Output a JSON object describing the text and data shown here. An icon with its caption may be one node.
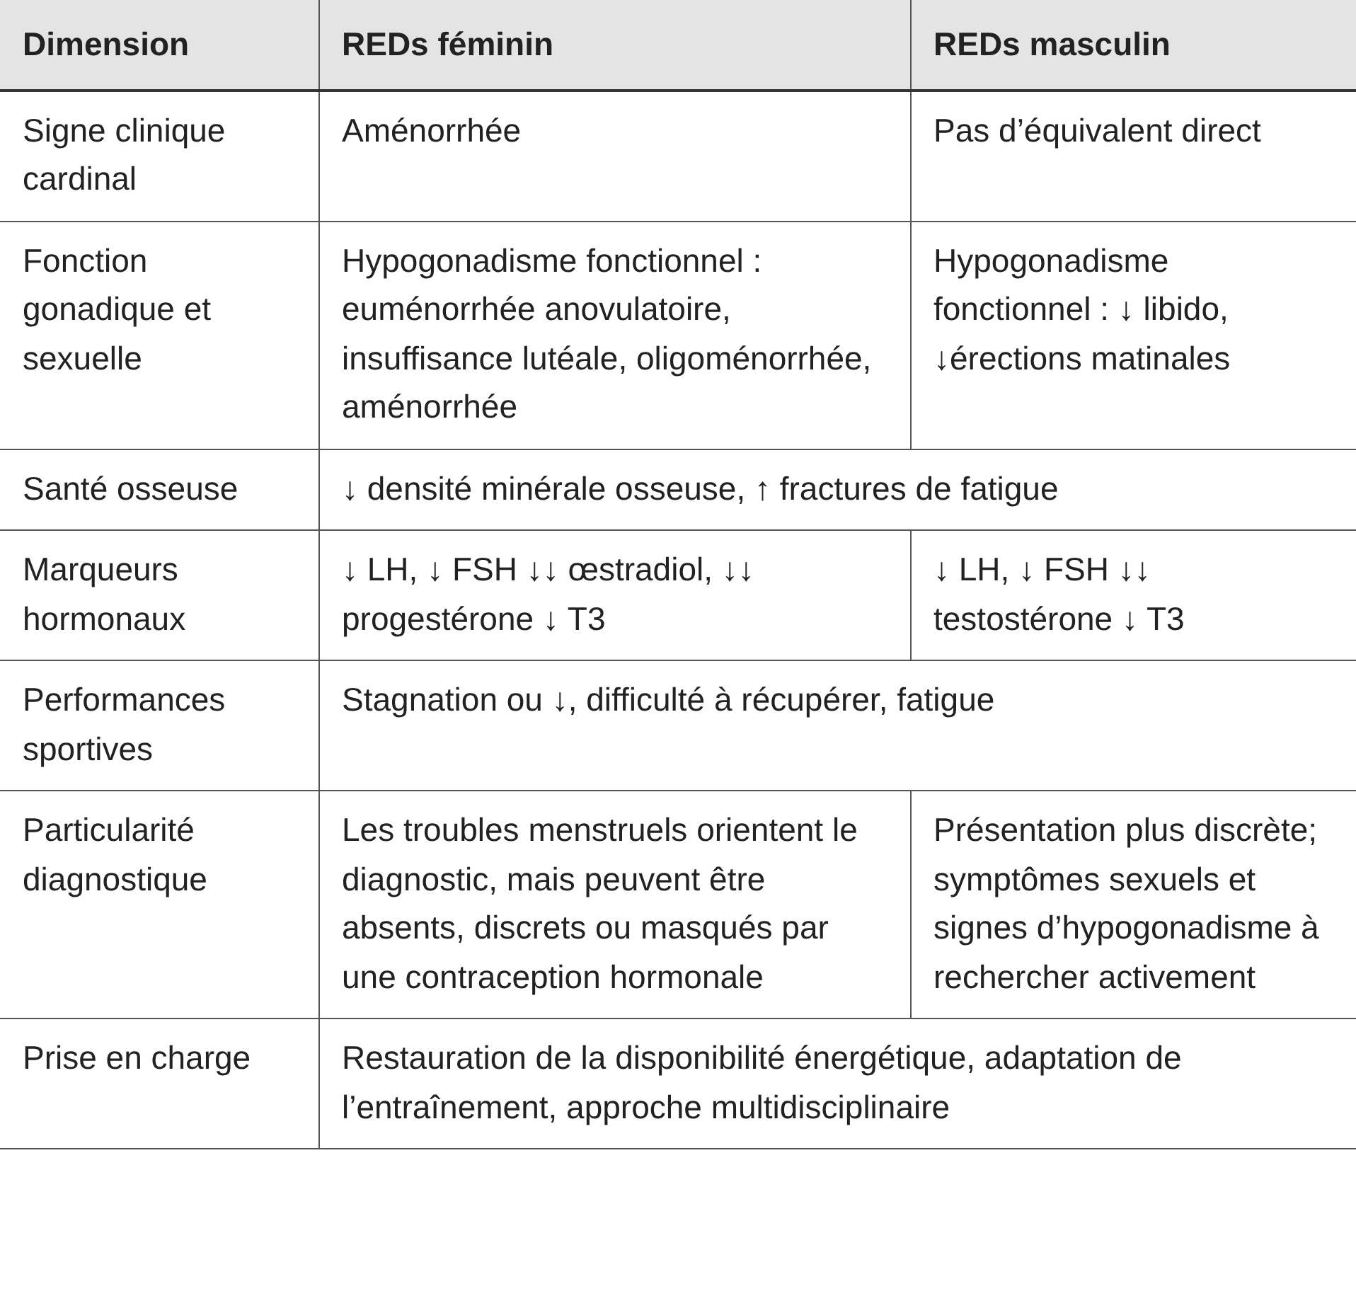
{
  "diagram": {
    "labels": [
      "Dimension",
      "REDs féminin",
      "REDs masculin",
      "Signe clinique cardinal",
      "Aménorrhée",
      "Pas d’équivalent direct",
      "Fonction gonadique et sexuelle",
      "Hypogonadisme fonctionnel : euménorrhée anovulatoire, insuffisance lutéale, oligoménorrhée, aménorrhée",
      "Hypogonadisme fonctionnel : ↓ libido, ↓érections matinales",
      "Santé osseuse",
      "↓ densité minérale osseuse, ↑ fractures de fatigue",
      "Marqueurs hormonaux",
      "↓ LH, ↓ FSH ↓↓ œstradiol, ↓↓ progestérone ↓ T3",
      "↓ LH, ↓ FSH ↓↓ testostérone ↓ T3",
      "Performances sportives",
      "Stagnation ou ↓, difficulté à récupérer, fatigue",
      "Particularité diagnostique",
      "Les troubles menstruels orientent le diagnostic, mais peuvent être absents, discrets ou masqués par une contraception hormonale",
      "Présentation plus discrète; symptômes sexuels et signes d’hypogonadisme à rechercher activement",
      "Prise en charge",
      "Restauration de la disponibilité énergétique, adaptation de l’entraînement, approche multidisciplinaire"
    ]
  }
}
